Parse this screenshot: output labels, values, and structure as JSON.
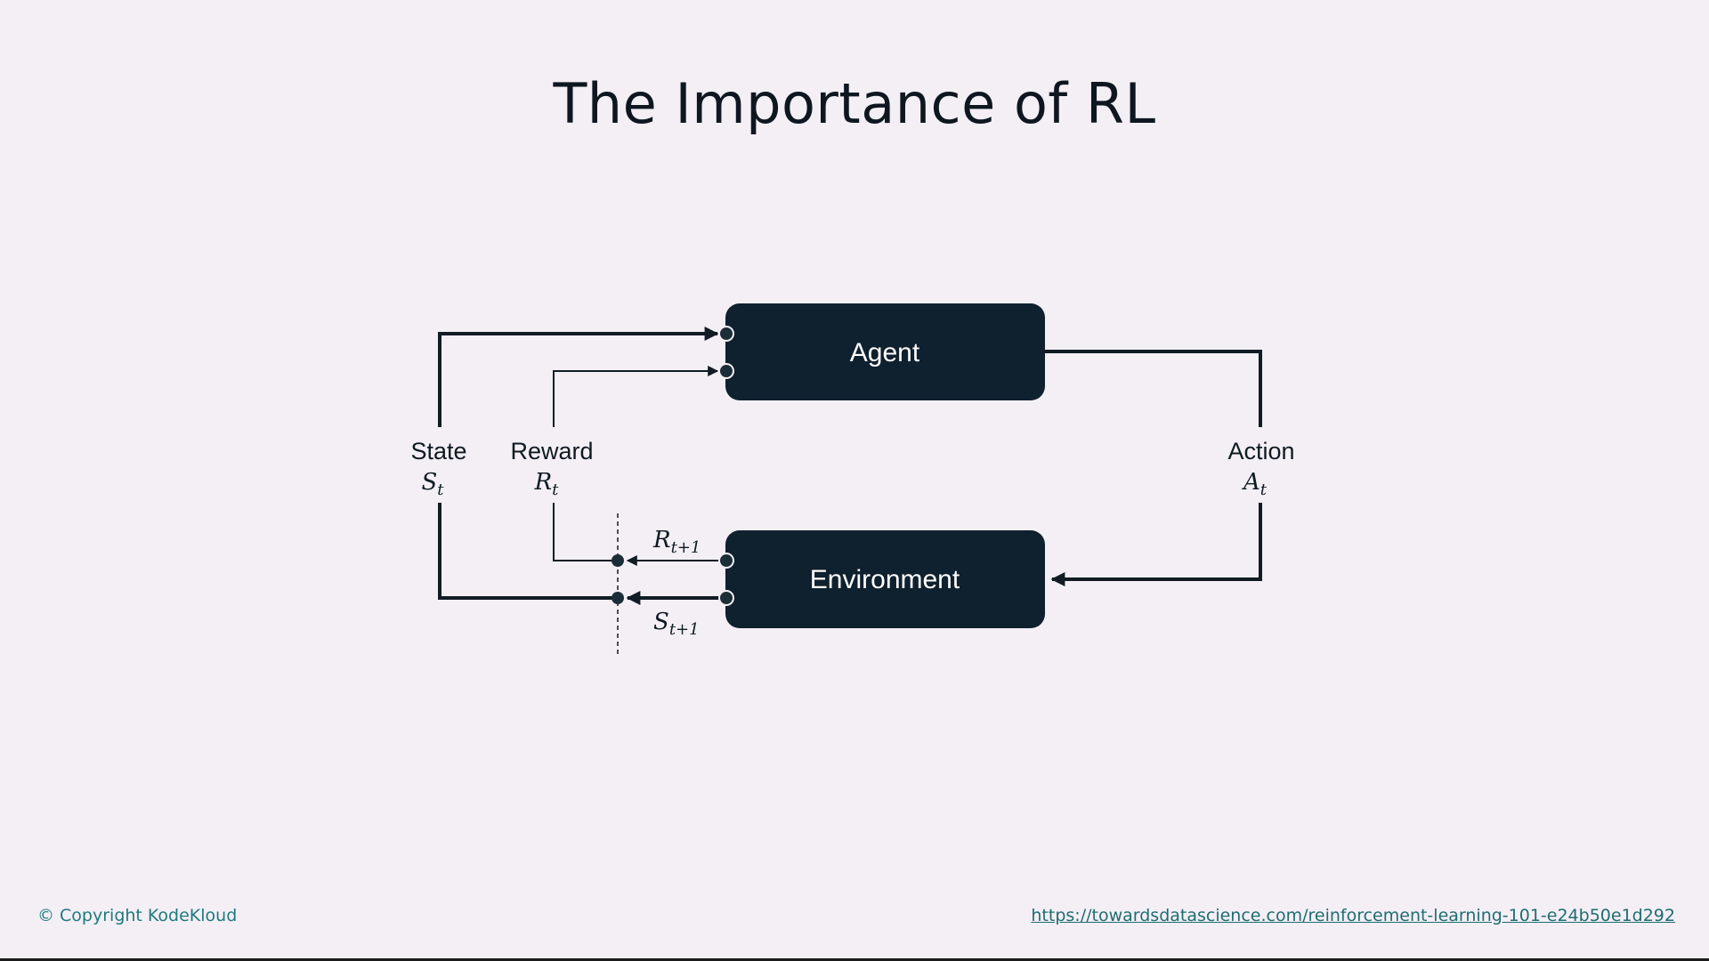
{
  "slide": {
    "title": "The Importance of RL"
  },
  "diagram": {
    "nodes": {
      "agent": "Agent",
      "environment": "Environment"
    },
    "labels": {
      "state": "State",
      "state_symbol": "S",
      "state_sub": "t",
      "reward": "Reward",
      "reward_symbol": "R",
      "reward_sub": "t",
      "action": "Action",
      "action_symbol": "A",
      "action_sub": "t",
      "next_reward_symbol": "R",
      "next_reward_sub": "t+1",
      "next_state_symbol": "S",
      "next_state_sub": "t+1"
    },
    "colors": {
      "node_fill": "#0f202e",
      "line": "#111c24",
      "background": "#f3eff5"
    }
  },
  "footer": {
    "copyright": "© Copyright KodeKloud",
    "source_link": "https://towardsdatascience.com/reinforcement-learning-101-e24b50e1d292"
  }
}
